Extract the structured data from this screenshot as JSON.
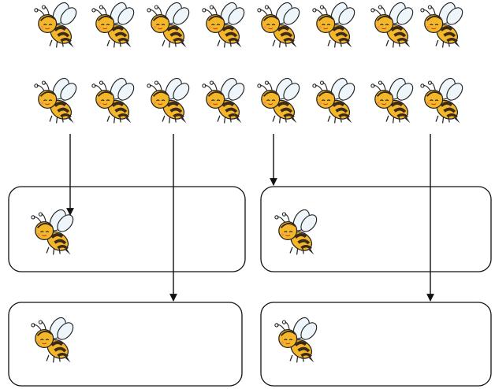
{
  "diagram": {
    "bee_icon": "bee-icon",
    "rows": [
      {
        "name": "top-row",
        "count": 8
      },
      {
        "name": "second-row",
        "count": 8
      }
    ],
    "boxes": [
      {
        "name": "box-top-left",
        "bees": 1
      },
      {
        "name": "box-top-right",
        "bees": 1
      },
      {
        "name": "box-bottom-left",
        "bees": 1
      },
      {
        "name": "box-bottom-right",
        "bees": 1
      }
    ],
    "arrows": [
      {
        "from": "bee-2-1",
        "to": "box-top-left"
      },
      {
        "from": "bee-2-3",
        "to": "box-bottom-left"
      },
      {
        "from": "bee-2-5",
        "to": "box-top-right"
      },
      {
        "from": "bee-2-8",
        "to": "box-bottom-right"
      }
    ],
    "colors": {
      "body": "#f5b72a",
      "stripe": "#3a2a1a",
      "wing": "#eef6fb",
      "outline": "#222222",
      "box_stroke": "#111111",
      "arrow": "#111111"
    }
  }
}
